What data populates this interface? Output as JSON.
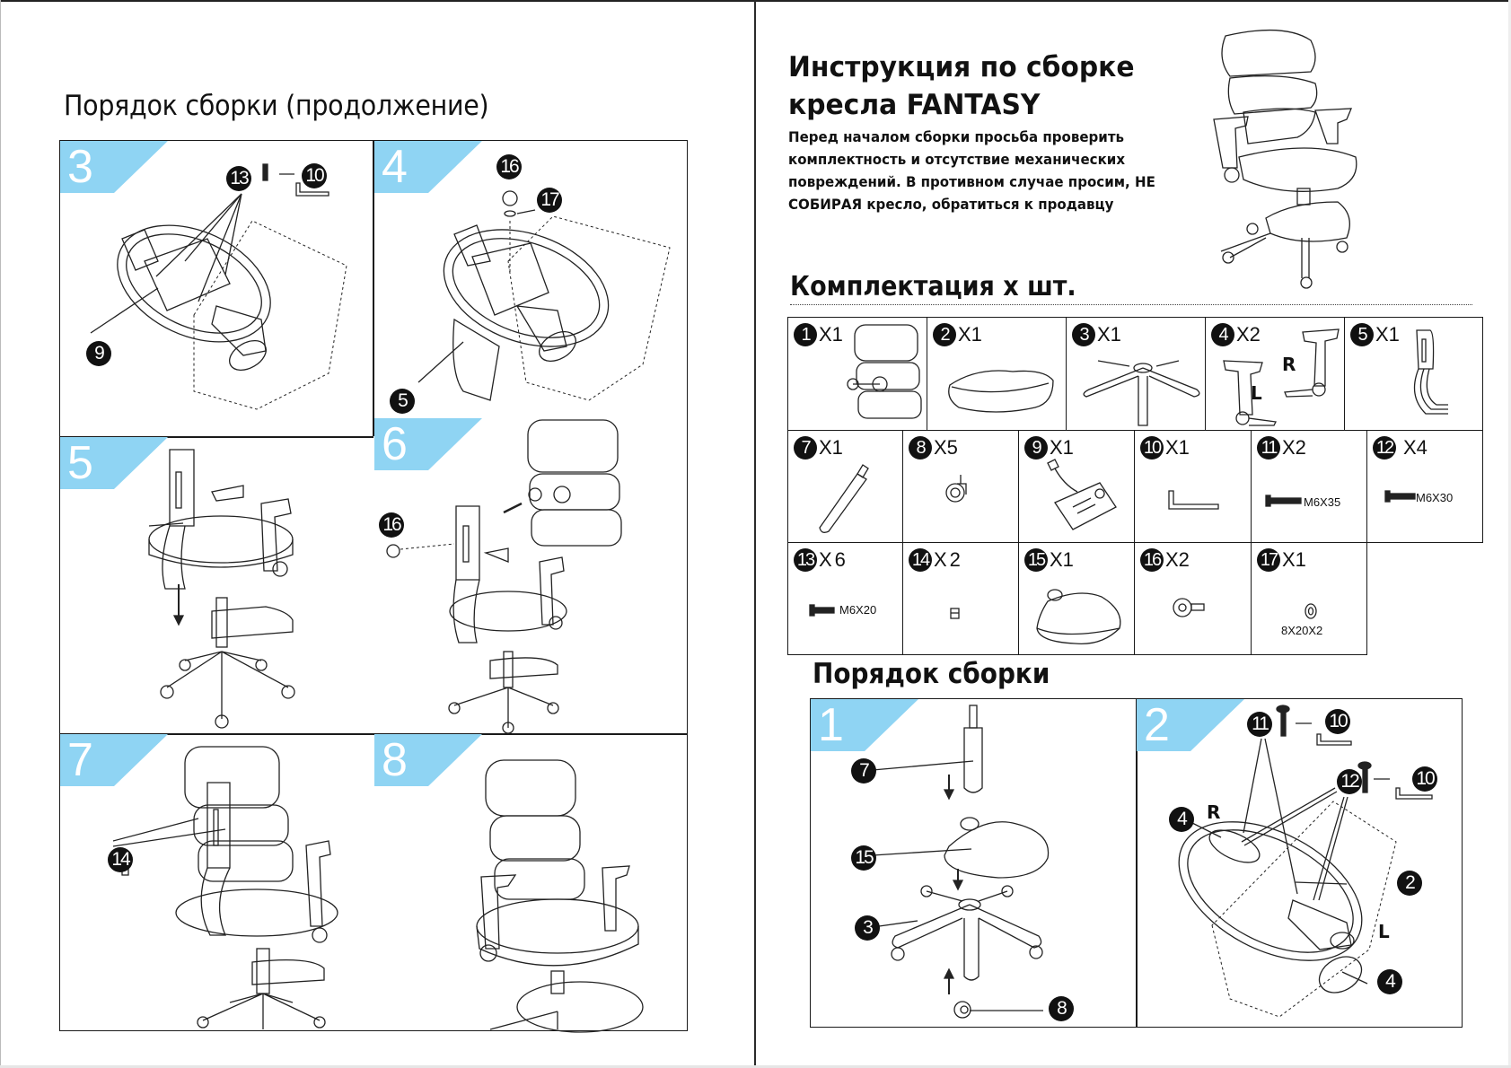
{
  "left_page": {
    "heading": "Порядок сборки (продолжение)",
    "steps": [
      {
        "number": "3",
        "callouts": [
          "13",
          "10",
          "9"
        ]
      },
      {
        "number": "4",
        "callouts": [
          "16",
          "17",
          "5"
        ]
      },
      {
        "number": "5",
        "callouts": []
      },
      {
        "number": "6",
        "callouts": [
          "16"
        ]
      },
      {
        "number": "7",
        "callouts": [
          "14"
        ]
      },
      {
        "number": "8",
        "callouts": []
      }
    ]
  },
  "right_page": {
    "title_line1": "Инструкция по сборке",
    "title_line2": "кресла FANTASY",
    "intro_lines": [
      "Перед началом сборки просьба проверить",
      "комплектность и отсутствие механических",
      "повреждений. В противном случае просим, НЕ",
      "СОБИРАЯ кресло, обратиться к продавцу"
    ],
    "parts_heading": "Комплектация х шт.",
    "parts": [
      {
        "id": "1",
        "qty": "X1",
        "name": "backrest"
      },
      {
        "id": "2",
        "qty": "X1",
        "name": "seat"
      },
      {
        "id": "3",
        "qty": "X1",
        "name": "base"
      },
      {
        "id": "4",
        "qty": "X2",
        "name": "armrests",
        "labels": [
          "R",
          "L"
        ]
      },
      {
        "id": "5",
        "qty": "X1",
        "name": "back-frame"
      },
      {
        "id": "7",
        "qty": "X1",
        "name": "gas-lift"
      },
      {
        "id": "8",
        "qty": "X5",
        "name": "caster"
      },
      {
        "id": "9",
        "qty": "X1",
        "name": "mechanism"
      },
      {
        "id": "10",
        "qty": "X1",
        "name": "hex-key"
      },
      {
        "id": "11",
        "qty": "X2",
        "name": "bolt",
        "spec": "M6X35"
      },
      {
        "id": "12",
        "qty": "X4",
        "name": "bolt",
        "spec": "M6X30"
      },
      {
        "id": "13",
        "qty": "X6",
        "name": "bolt",
        "spec": "M6X20"
      },
      {
        "id": "14",
        "qty": "X2",
        "name": "nut"
      },
      {
        "id": "15",
        "qty": "X1",
        "name": "footrest"
      },
      {
        "id": "16",
        "qty": "X2",
        "name": "knob"
      },
      {
        "id": "17",
        "qty": "X1",
        "name": "washer",
        "spec": "8X20X2"
      }
    ],
    "order_heading": "Порядок сборки",
    "steps": [
      {
        "number": "1",
        "callouts": [
          "7",
          "15",
          "3",
          "8"
        ]
      },
      {
        "number": "2",
        "callouts": [
          "11",
          "10",
          "12",
          "10",
          "4",
          "2",
          "4"
        ],
        "labels": [
          "R",
          "L"
        ]
      }
    ]
  },
  "colors": {
    "step_tag": "#8fd4f3",
    "ink": "#111111"
  }
}
